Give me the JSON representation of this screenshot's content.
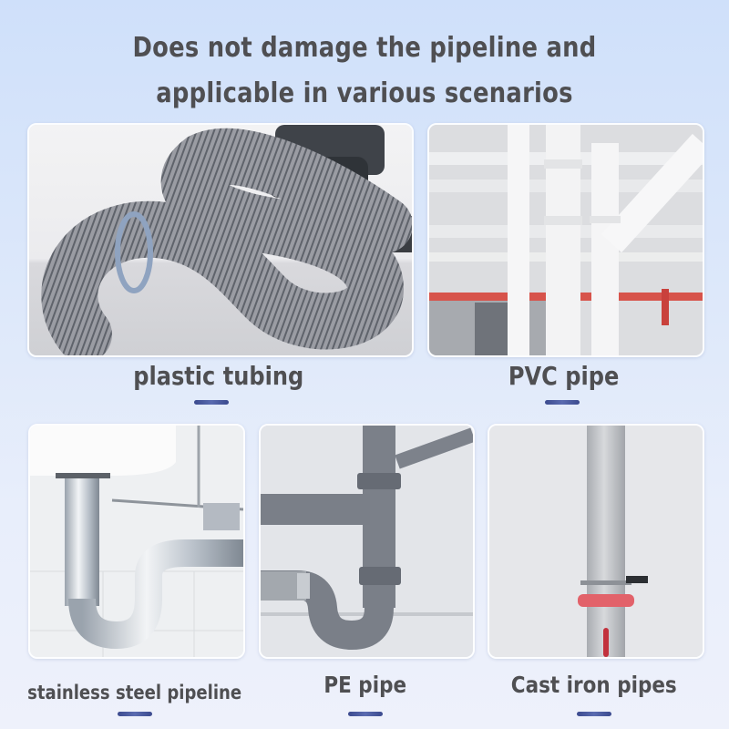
{
  "headline": {
    "line1": "Does not damage the pipeline and",
    "line2": "applicable in various scenarios"
  },
  "cards": [
    {
      "label": "plastic tubing",
      "image": "corrugated-gray-plastic-hose-photo"
    },
    {
      "label": "PVC pipe",
      "image": "white-pvc-pipes-photo"
    },
    {
      "label": "stainless steel pipeline",
      "image": "chrome-sink-trap-photo"
    },
    {
      "label": "PE pipe",
      "image": "gray-pe-sink-drain-photo"
    },
    {
      "label": "Cast iron pipes",
      "image": "gray-cast-iron-pipe-with-red-clamp-photo"
    }
  ],
  "colors": {
    "text": "#4f4f52",
    "accent_bar": "#3b4a8e",
    "background_top": "#cfe0fa",
    "background_bottom": "#eef1fb"
  }
}
